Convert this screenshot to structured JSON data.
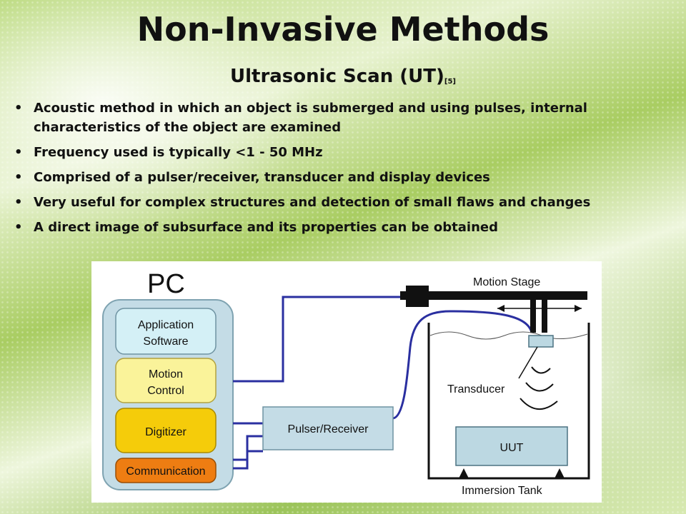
{
  "slide": {
    "title": "Non-Invasive Methods",
    "subtitle": "Ultrasonic Scan (UT)",
    "subtitle_ref": "[5]",
    "bullets": [
      "Acoustic method in which an object is submerged and using pulses, internal characteristics of the object are examined",
      "Frequency used is typically <1 - 50 MHz",
      "Comprised of a pulser/receiver, transducer and display devices",
      "Very useful for complex structures and detection of small flaws and changes",
      "A direct image of subsurface and its properties can be obtained"
    ]
  },
  "diagram": {
    "pc_label": "PC",
    "blocks": {
      "application_line1": "Application",
      "application_line2": "Software",
      "motion_line1": "Motion",
      "motion_line2": "Control",
      "digitizer": "Digitizer",
      "communication": "Communication",
      "pulser_receiver": "Pulser/Receiver",
      "uut": "UUT"
    },
    "labels": {
      "motion_stage": "Motion Stage",
      "transducer": "Transducer",
      "immersion_tank": "Immersion Tank"
    },
    "colors": {
      "pc_panel": "#c4dce6",
      "application": "#d4f0f6",
      "motion_control": "#faf39a",
      "digitizer": "#f5cc0a",
      "communication": "#ee7d12",
      "pulser_receiver": "#c4dce6",
      "uut": "#bcd8e2",
      "cable": "#2a2fa0"
    }
  }
}
